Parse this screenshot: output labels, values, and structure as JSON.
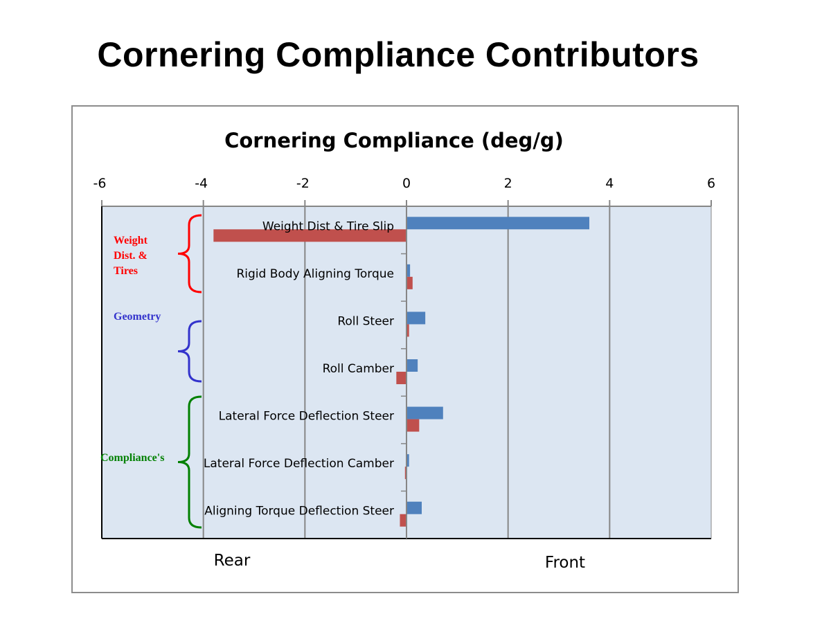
{
  "slide": {
    "title": "Cornering Compliance Contributors"
  },
  "chart_data": {
    "type": "bar",
    "orientation": "horizontal",
    "title": "Cornering Compliance (deg/g)",
    "xlim": [
      -6,
      6
    ],
    "x_ticks": [
      "-6",
      "-4",
      "-2",
      "0",
      "2",
      "4",
      "6"
    ],
    "x_axis_position": "top",
    "grid": true,
    "legend": "none",
    "categories": [
      "Weight Dist & Tire Slip",
      "Rigid Body Aligning Torque",
      "Roll Steer",
      "Roll Camber",
      "Lateral Force Deflection Steer",
      "Lateral Force Deflection Camber",
      "Aligning Torque Deflection Steer"
    ],
    "series": [
      {
        "color": "#4f81bd",
        "values": [
          3.6,
          0.07,
          0.37,
          0.22,
          0.72,
          0.05,
          0.3
        ]
      },
      {
        "color": "#c0504d",
        "values": [
          -3.8,
          0.12,
          0.05,
          -0.2,
          0.25,
          -0.03,
          -0.13
        ]
      }
    ],
    "groups": [
      {
        "label": "Weight Dist. & Tires",
        "lines": [
          "Weight",
          "Dist. &",
          "Tires"
        ],
        "color": "#ff0000"
      },
      {
        "label": "Geometry",
        "lines": [
          "Geometry"
        ],
        "color": "#3333cc"
      },
      {
        "label": "Compliance's",
        "lines": [
          "Compliance's"
        ],
        "color": "#008000"
      }
    ],
    "footer_labels": {
      "left": "Rear",
      "right": "Front"
    },
    "colors": {
      "plot_background": "#dce6f2",
      "gridline": "#868686",
      "axis": "#000000"
    }
  }
}
